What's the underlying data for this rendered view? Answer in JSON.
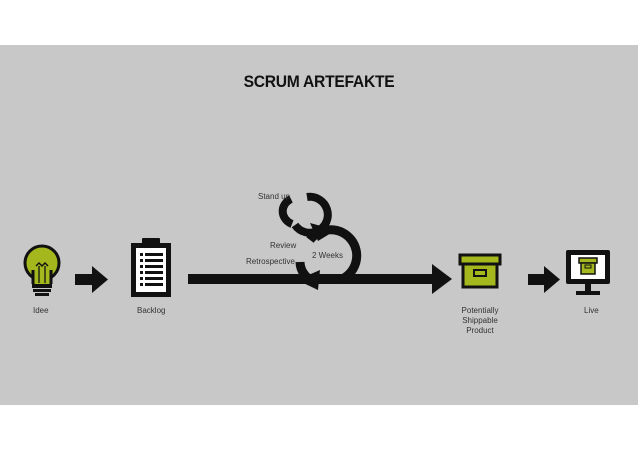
{
  "title": "SCRUM ARTEFAKTE",
  "nodes": {
    "idee": "Idee",
    "backlog": "Backlog",
    "product_line1": "Potentially",
    "product_line2": "Shippable",
    "product_line3": "Product",
    "live": "Live"
  },
  "cycle": {
    "standup": "Stand up",
    "review": "Review",
    "retrospective": "Retrospective",
    "duration": "2 Weeks"
  },
  "colors": {
    "background": "#c8c8c8",
    "accent": "#a4b81e",
    "ink": "#111111"
  },
  "icons": [
    "lightbulb-icon",
    "clipboard-icon",
    "archive-box-icon",
    "monitor-icon"
  ]
}
